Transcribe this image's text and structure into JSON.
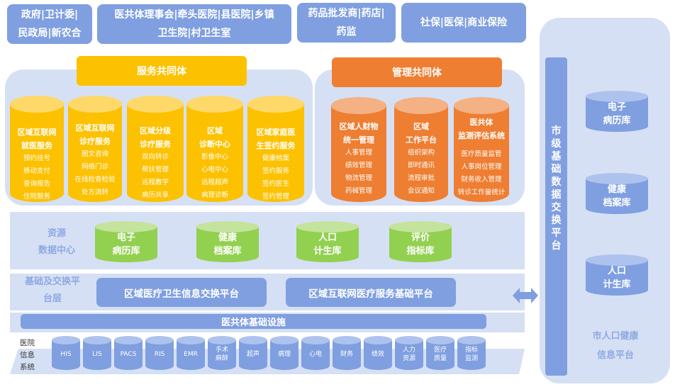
{
  "stakeholders": [
    {
      "lines": [
        "政府|卫计委|",
        "民政局|新农合"
      ]
    },
    {
      "lines": [
        "医共体理事会|牵头医院|县医院|乡镇",
        "卫生院|村卫生室"
      ]
    },
    {
      "lines": [
        "药品批发商|药店|",
        "药监"
      ]
    },
    {
      "lines": [
        "社保|医保|商业保险"
      ]
    }
  ],
  "service_community": {
    "title": "服务共同体",
    "color": "#fcc100",
    "items": [
      {
        "title": [
          "区域互联网",
          "就医服务"
        ],
        "items": [
          "预约挂号",
          "移动支付",
          "查询报告",
          "住院服务"
        ]
      },
      {
        "title": [
          "区域互联网",
          "诊疗服务"
        ],
        "items": [
          "图文咨询",
          "网络门诊",
          "在线检查检验",
          "处方流转"
        ]
      },
      {
        "title": [
          "区域分级",
          "诊疗服务"
        ],
        "items": [
          "双向转诊",
          "帮扶管理",
          "远程教学",
          "病历共享"
        ]
      },
      {
        "title": [
          "区域",
          "诊断中心"
        ],
        "items": [
          "影像中心",
          "心电中心",
          "远程超声",
          "病理诊断"
        ]
      },
      {
        "title": [
          "区域家庭医",
          "生签约服务"
        ],
        "items": [
          "健康档案",
          "签约服务",
          "签约医生",
          "签约管理"
        ]
      }
    ]
  },
  "management_community": {
    "title": "管理共同体",
    "color": "#ee7e32",
    "items": [
      {
        "title": [
          "区域人财物",
          "统一管理"
        ],
        "items": [
          "人事管理",
          "绩效管理",
          "物流管理",
          "药械管理"
        ]
      },
      {
        "title": [
          "区域",
          "工作平台"
        ],
        "items": [
          "组织架构",
          "即时通讯",
          "流程审批",
          "会议通知"
        ]
      },
      {
        "title": [
          "医共体",
          "监测评估系统"
        ],
        "items": [
          "医疗质量监管",
          "人事岗位管理",
          "财务收入管理",
          "转诊工作量统计"
        ]
      }
    ]
  },
  "resource_center": {
    "label": [
      "资源",
      "数据中心"
    ],
    "databases": [
      {
        "lines": [
          "电子",
          "病历库"
        ]
      },
      {
        "lines": [
          "健康",
          "档案库"
        ]
      },
      {
        "lines": [
          "人口",
          "计生库"
        ]
      },
      {
        "lines": [
          "评价",
          "指标库"
        ]
      }
    ]
  },
  "platform_layer": {
    "label": [
      "基础及交换平",
      "台层"
    ],
    "platforms": [
      "区域医疗卫生信息交换平台",
      "区域互联网医疗服务基础平台"
    ]
  },
  "infrastructure": {
    "label": "医共体基础设施"
  },
  "hospital_systems": {
    "label": [
      "医院",
      "信息",
      "系统"
    ],
    "systems": [
      {
        "lines": [
          "HIS"
        ]
      },
      {
        "lines": [
          "LIS"
        ]
      },
      {
        "lines": [
          "PACS"
        ]
      },
      {
        "lines": [
          "RIS"
        ]
      },
      {
        "lines": [
          "EMR"
        ]
      },
      {
        "lines": [
          "手术",
          "麻醉"
        ]
      },
      {
        "lines": [
          "超声"
        ]
      },
      {
        "lines": [
          "病理"
        ]
      },
      {
        "lines": [
          "心电"
        ]
      },
      {
        "lines": [
          "财务"
        ]
      },
      {
        "lines": [
          "绩效"
        ]
      },
      {
        "lines": [
          "人力",
          "资源"
        ]
      },
      {
        "lines": [
          "医疗",
          "质量"
        ]
      },
      {
        "lines": [
          "指标",
          "监测"
        ]
      }
    ]
  },
  "city_platform": {
    "exchange_bar": [
      "市",
      "级",
      "基",
      "础",
      "数",
      "据",
      "交",
      "换",
      "平",
      "台"
    ],
    "databases": [
      {
        "lines": [
          "电子",
          "病历库"
        ]
      },
      {
        "lines": [
          "健康",
          "档案库"
        ]
      },
      {
        "lines": [
          "人口",
          "计生库"
        ]
      }
    ],
    "title": [
      "市人口健康",
      "信息平台"
    ]
  },
  "icons": {
    "exchange_arrow": "double-arrow-horizontal"
  },
  "colors": {
    "primary_blue": "#7f9fe0",
    "light_panel": "#d6e0f4",
    "service_yellow": "#fcc100",
    "management_orange": "#ee7e32",
    "resource_green": "#92d050",
    "label_blue": "#8ea9e3"
  }
}
